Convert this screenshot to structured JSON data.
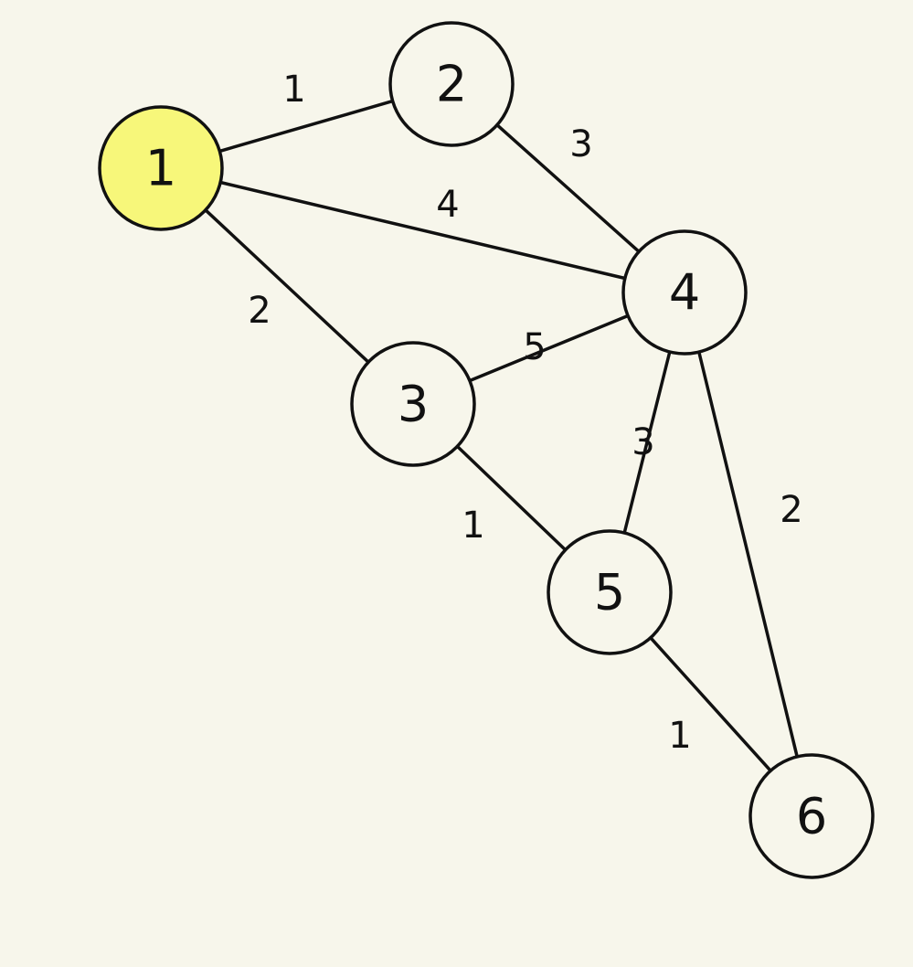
{
  "graph": {
    "highlight_color": "#f7f77a",
    "node_fill": "#f7f6eb",
    "stroke_color": "#111111",
    "nodes": [
      {
        "id": "1",
        "label": "1",
        "highlighted": true
      },
      {
        "id": "2",
        "label": "2",
        "highlighted": false
      },
      {
        "id": "3",
        "label": "3",
        "highlighted": false
      },
      {
        "id": "4",
        "label": "4",
        "highlighted": false
      },
      {
        "id": "5",
        "label": "5",
        "highlighted": false
      },
      {
        "id": "6",
        "label": "6",
        "highlighted": false
      }
    ],
    "edges": [
      {
        "from": "1",
        "to": "2",
        "weight": "1"
      },
      {
        "from": "1",
        "to": "4",
        "weight": "4"
      },
      {
        "from": "1",
        "to": "3",
        "weight": "2"
      },
      {
        "from": "2",
        "to": "4",
        "weight": "3"
      },
      {
        "from": "3",
        "to": "4",
        "weight": "5"
      },
      {
        "from": "3",
        "to": "5",
        "weight": "1"
      },
      {
        "from": "4",
        "to": "5",
        "weight": "3"
      },
      {
        "from": "4",
        "to": "6",
        "weight": "2"
      },
      {
        "from": "5",
        "to": "6",
        "weight": "1"
      }
    ]
  }
}
